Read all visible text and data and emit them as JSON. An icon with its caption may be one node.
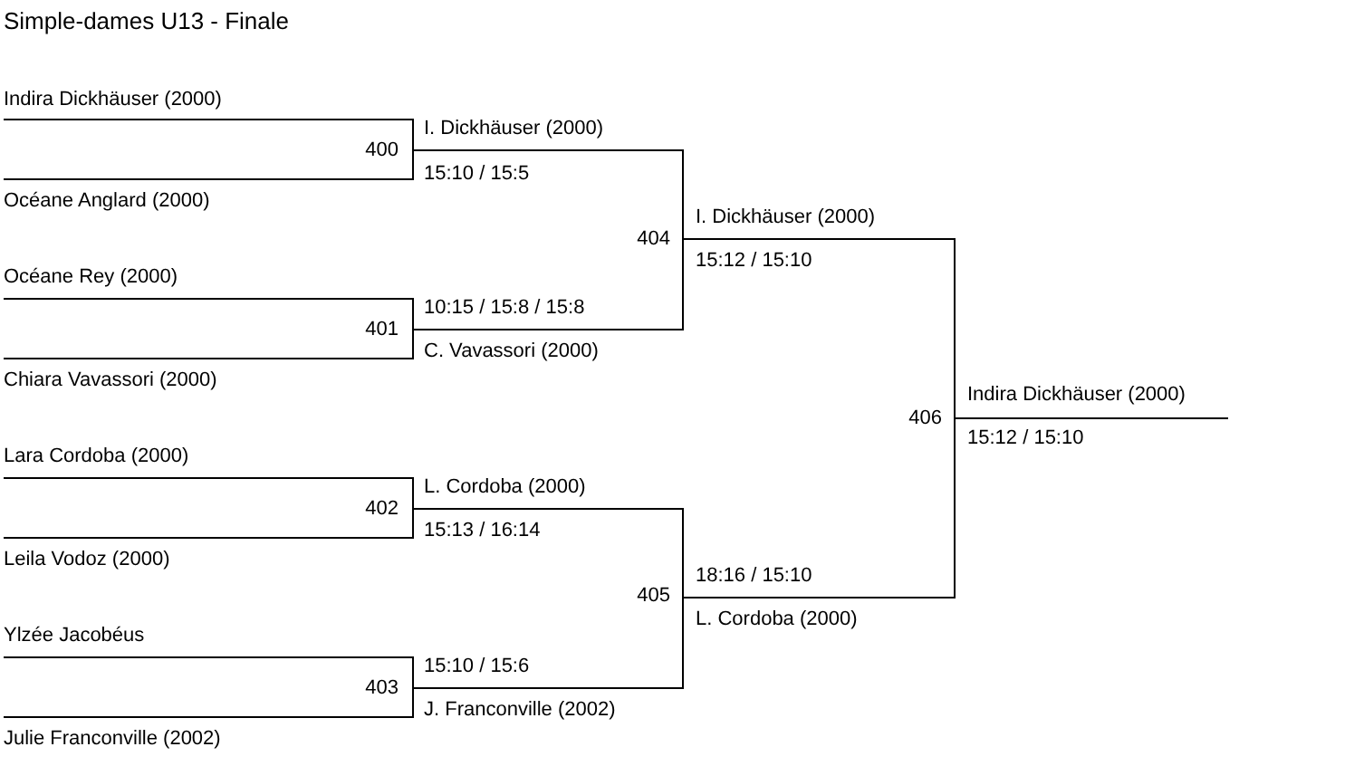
{
  "diagram": {
    "title": "Simple-dames U13 - Finale",
    "labels": [
      "Indira Dickhäuser (2000)",
      "I. Dickhäuser (2000)",
      "400",
      "15:10 / 15:5",
      "Océane Anglard (2000)",
      "I. Dickhäuser (2000)",
      "404",
      "15:12 / 15:10",
      "Océane Rey (2000)",
      "10:15 / 15:8 / 15:8",
      "401",
      "C. Vavassori (2000)",
      "Chiara Vavassori (2000)",
      "Indira Dickhäuser (2000)",
      "406",
      "15:12 / 15:10",
      "Lara Cordoba (2000)",
      "L. Cordoba (2000)",
      "402",
      "15:13 / 16:14",
      "Leila Vodoz (2000)",
      "18:16 / 15:10",
      "405",
      "L. Cordoba (2000)",
      "Ylzée Jacobéus",
      "15:10 / 15:6",
      "403",
      "J. Franconville (2002)",
      "Julie Franconville (2002)"
    ]
  }
}
